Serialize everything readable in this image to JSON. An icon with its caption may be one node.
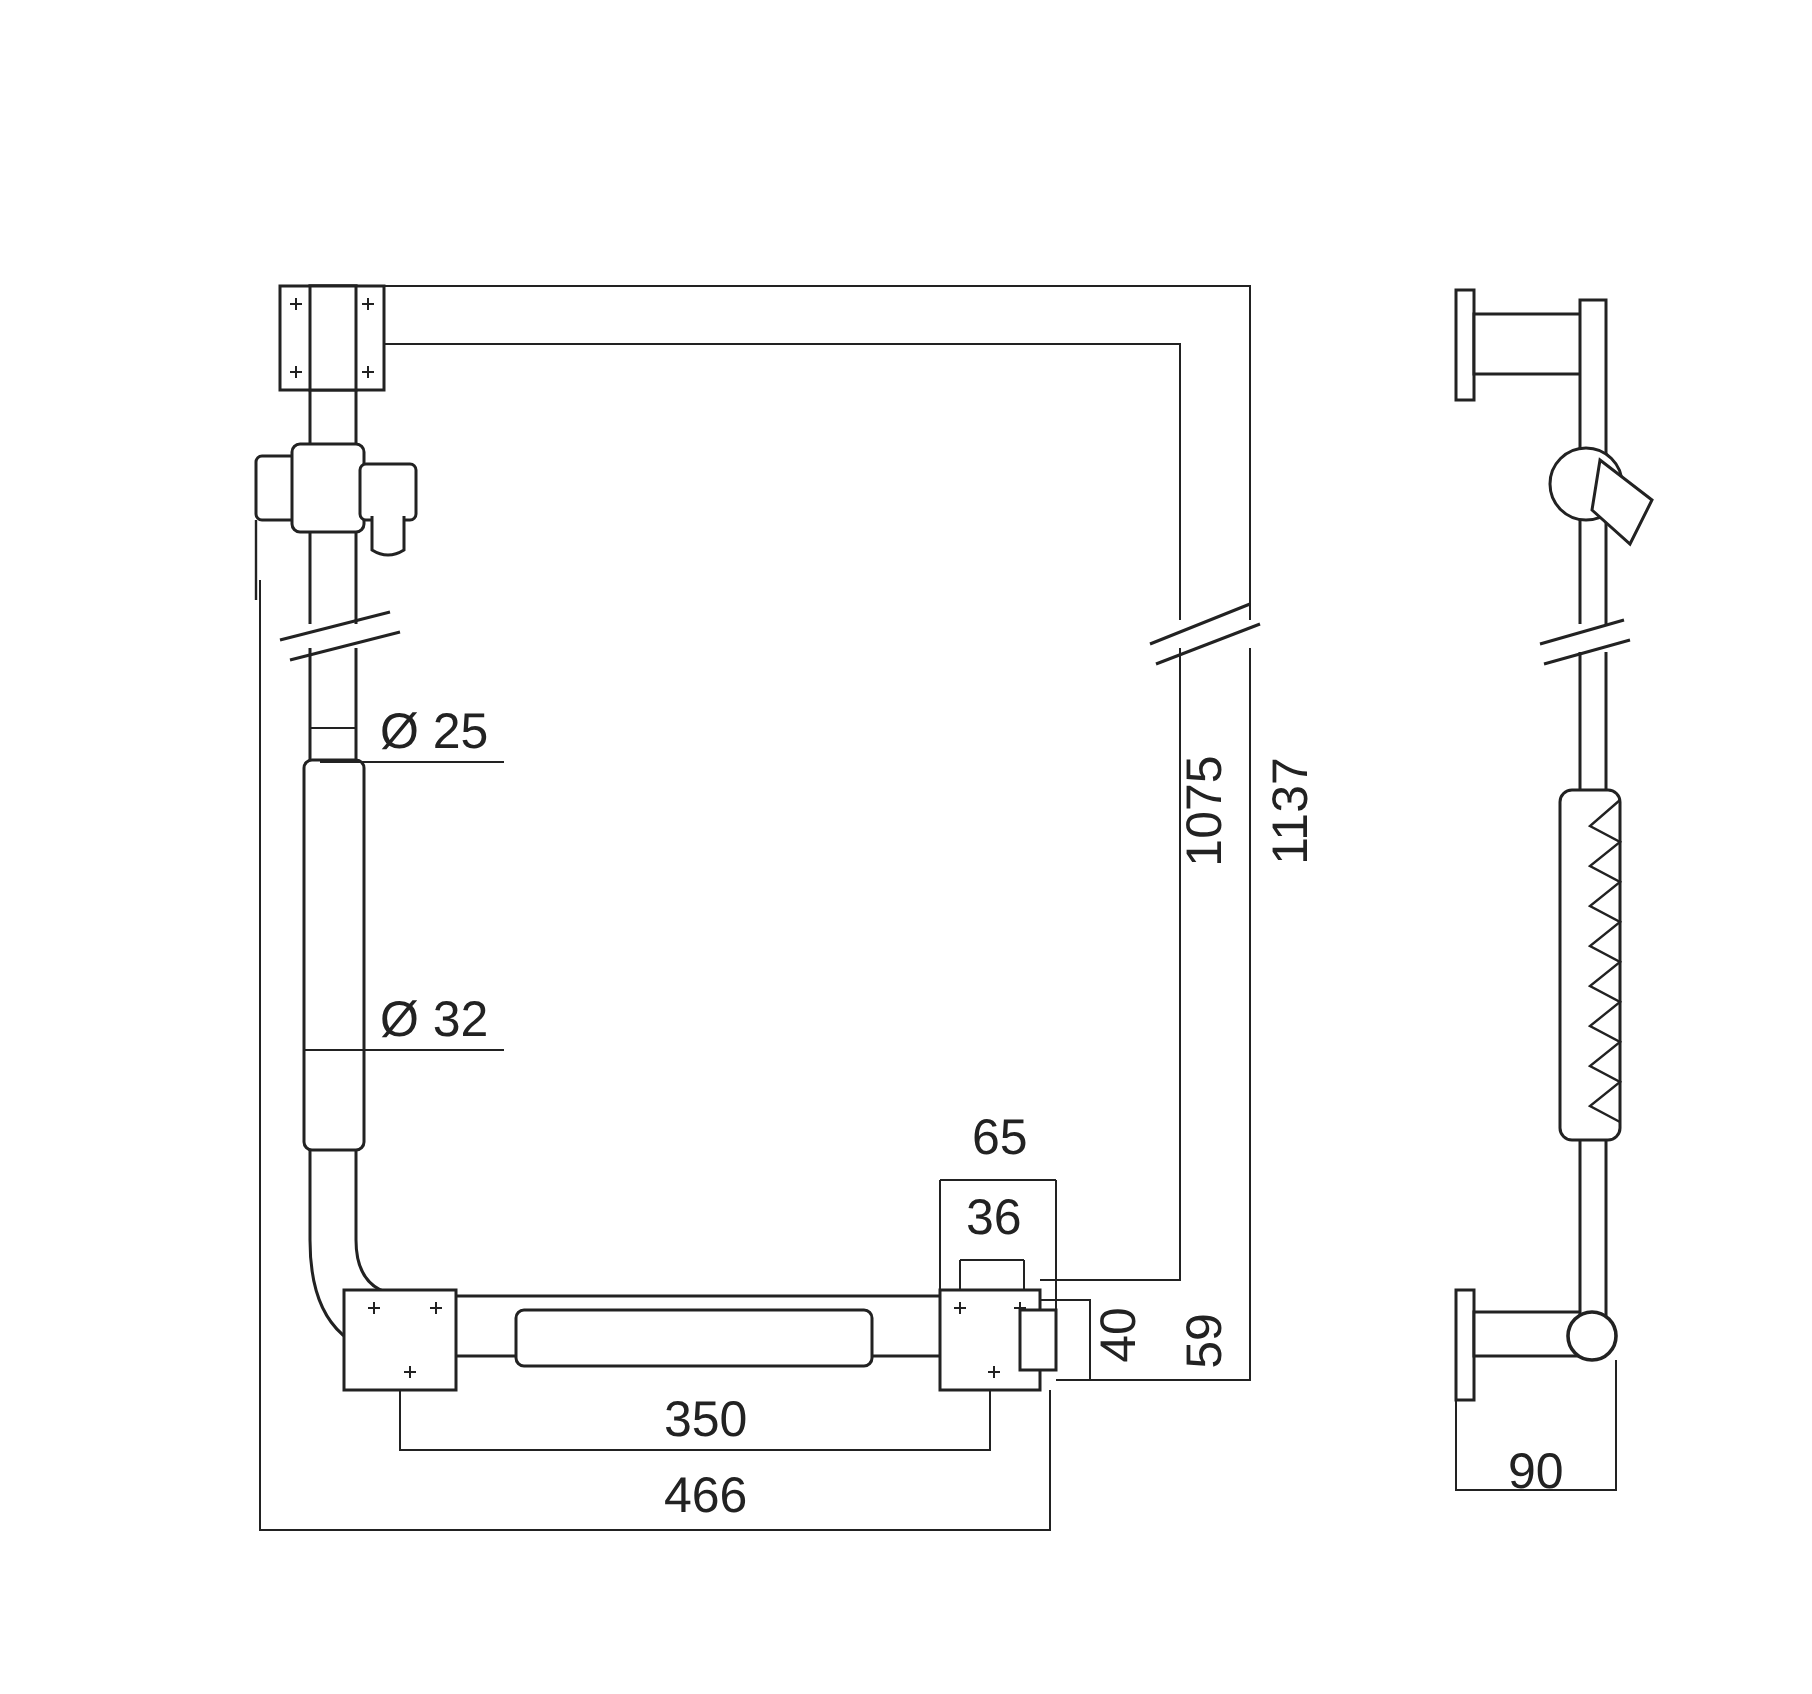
{
  "diagram": {
    "nodes": [
      {
        "text": [
          "Ø 25"
        ]
      },
      {
        "text": [
          "Ø 32"
        ]
      }
    ],
    "edges": [
      {
        "from": 0,
        "to": null,
        "arrow": "none"
      },
      {
        "from": 1,
        "to": null,
        "arrow": "none"
      }
    ],
    "labels": [
      "1075",
      "1137",
      "65",
      "36",
      "40",
      "59",
      "350",
      "466",
      "90"
    ]
  }
}
